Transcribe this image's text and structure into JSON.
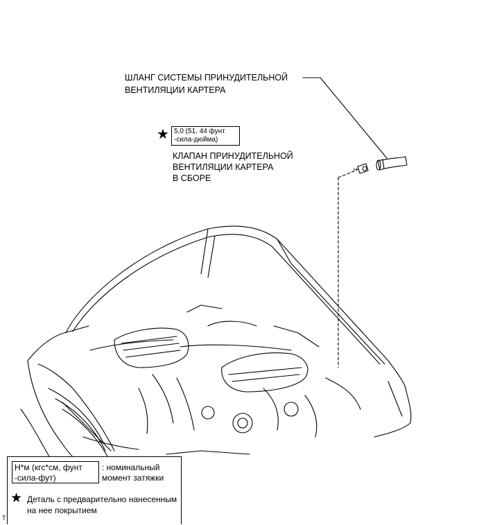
{
  "labels": {
    "hose_line1": "ШЛАНГ СИСТЕМЫ ПРИНУДИТЕЛЬНОЙ",
    "hose_line2": "ВЕНТИЛЯЦИИ КАРТЕРА",
    "valve_line1": "КЛАПАН ПРИНУДИТЕЛЬНОЙ",
    "valve_line2": "ВЕНТИЛЯЦИИ КАРТЕРА",
    "valve_line3": "В СБОРЕ"
  },
  "torque": {
    "star": "★",
    "line1": "5,0 (51, 44 фунт",
    "line2": "-сила-дюйма)"
  },
  "legend": {
    "unit_line1": "Н*м (кгс*см, фунт",
    "unit_line2": "-сила-фут)",
    "unit_desc_line1": ": номинальный",
    "unit_desc_line2": "момент затяжки",
    "star": "★",
    "precoat_line1": "Деталь с предварительно нанесенным",
    "precoat_line2": "на нее покрытием"
  },
  "corner_mark": "T"
}
